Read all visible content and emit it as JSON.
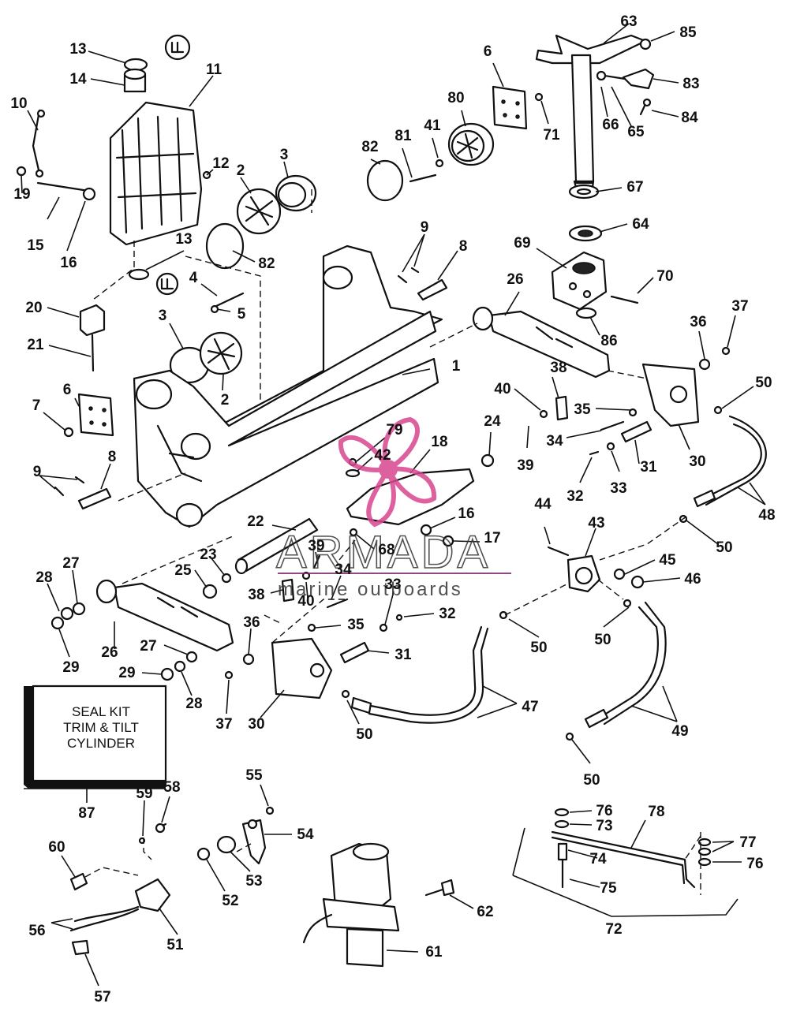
{
  "seal_kit": {
    "line1": "SEAL KIT",
    "line2": "TRIM & TILT",
    "line3": "CYLINDER"
  },
  "watermark": {
    "brand": "ARMADA",
    "tagline": "marine outboards",
    "logo_color": "#d9468f",
    "line_color": "#7a2a6a"
  },
  "callouts": [
    {
      "id": "c63",
      "t": "63"
    },
    {
      "id": "c85",
      "t": "85"
    },
    {
      "id": "c83",
      "t": "83"
    },
    {
      "id": "c84",
      "t": "84"
    },
    {
      "id": "c66",
      "t": "66"
    },
    {
      "id": "c65",
      "t": "65"
    },
    {
      "id": "c67",
      "t": "67"
    },
    {
      "id": "c64",
      "t": "64"
    },
    {
      "id": "c69",
      "t": "69"
    },
    {
      "id": "c70",
      "t": "70"
    },
    {
      "id": "c86",
      "t": "86"
    },
    {
      "id": "c6a",
      "t": "6"
    },
    {
      "id": "c71",
      "t": "71"
    },
    {
      "id": "c80",
      "t": "80"
    },
    {
      "id": "c41",
      "t": "41"
    },
    {
      "id": "c81",
      "t": "81"
    },
    {
      "id": "c82a",
      "t": "82"
    },
    {
      "id": "c13a",
      "t": "13"
    },
    {
      "id": "c14",
      "t": "14"
    },
    {
      "id": "c11",
      "t": "11"
    },
    {
      "id": "c10",
      "t": "10"
    },
    {
      "id": "c12",
      "t": "12"
    },
    {
      "id": "c2a",
      "t": "2"
    },
    {
      "id": "c3a",
      "t": "3"
    },
    {
      "id": "c19",
      "t": "19"
    },
    {
      "id": "c15",
      "t": "15"
    },
    {
      "id": "c16a",
      "t": "16"
    },
    {
      "id": "c82b",
      "t": "82"
    },
    {
      "id": "c13b",
      "t": "13"
    },
    {
      "id": "c4",
      "t": "4"
    },
    {
      "id": "c5",
      "t": "5"
    },
    {
      "id": "c20",
      "t": "20"
    },
    {
      "id": "c21",
      "t": "21"
    },
    {
      "id": "c3b",
      "t": "3"
    },
    {
      "id": "c2b",
      "t": "2"
    },
    {
      "id": "c6b",
      "t": "6"
    },
    {
      "id": "c7",
      "t": "7"
    },
    {
      "id": "c9a",
      "t": "9"
    },
    {
      "id": "c8a",
      "t": "8"
    },
    {
      "id": "c9b",
      "t": "9"
    },
    {
      "id": "c8b",
      "t": "8"
    },
    {
      "id": "c1",
      "t": "1"
    },
    {
      "id": "c26a",
      "t": "26"
    },
    {
      "id": "c37a",
      "t": "37"
    },
    {
      "id": "c36a",
      "t": "36"
    },
    {
      "id": "c50a",
      "t": "50"
    },
    {
      "id": "c38a",
      "t": "38"
    },
    {
      "id": "c40a",
      "t": "40"
    },
    {
      "id": "c35a",
      "t": "35"
    },
    {
      "id": "c34a",
      "t": "34"
    },
    {
      "id": "c39a",
      "t": "39"
    },
    {
      "id": "c33a",
      "t": "33"
    },
    {
      "id": "c32a",
      "t": "32"
    },
    {
      "id": "c31a",
      "t": "31"
    },
    {
      "id": "c30a",
      "t": "30"
    },
    {
      "id": "c48",
      "t": "48"
    },
    {
      "id": "c79",
      "t": "79"
    },
    {
      "id": "c42",
      "t": "42"
    },
    {
      "id": "c18",
      "t": "18"
    },
    {
      "id": "c24",
      "t": "24"
    },
    {
      "id": "c16b",
      "t": "16"
    },
    {
      "id": "c17",
      "t": "17"
    },
    {
      "id": "c68",
      "t": "68"
    },
    {
      "id": "c22",
      "t": "22"
    },
    {
      "id": "c39b",
      "t": "39"
    },
    {
      "id": "c34b",
      "t": "34"
    },
    {
      "id": "c38b",
      "t": "38"
    },
    {
      "id": "c40b",
      "t": "40"
    },
    {
      "id": "c23",
      "t": "23"
    },
    {
      "id": "c25",
      "t": "25"
    },
    {
      "id": "c27a",
      "t": "27"
    },
    {
      "id": "c28a",
      "t": "28"
    },
    {
      "id": "c29a",
      "t": "29"
    },
    {
      "id": "c26b",
      "t": "26"
    },
    {
      "id": "c27b",
      "t": "27"
    },
    {
      "id": "c29b",
      "t": "29"
    },
    {
      "id": "c28b",
      "t": "28"
    },
    {
      "id": "c33b",
      "t": "33"
    },
    {
      "id": "c32b",
      "t": "32"
    },
    {
      "id": "c35b",
      "t": "35"
    },
    {
      "id": "c36b",
      "t": "36"
    },
    {
      "id": "c31b",
      "t": "31"
    },
    {
      "id": "c37b",
      "t": "37"
    },
    {
      "id": "c30b",
      "t": "30"
    },
    {
      "id": "c50b",
      "t": "50"
    },
    {
      "id": "c47",
      "t": "47"
    },
    {
      "id": "c44",
      "t": "44"
    },
    {
      "id": "c43",
      "t": "43"
    },
    {
      "id": "c45",
      "t": "45"
    },
    {
      "id": "c46",
      "t": "46"
    },
    {
      "id": "c50c",
      "t": "50"
    },
    {
      "id": "c50d",
      "t": "50"
    },
    {
      "id": "c50e",
      "t": "50"
    },
    {
      "id": "c49",
      "t": "49"
    },
    {
      "id": "c50f",
      "t": "50"
    },
    {
      "id": "c87",
      "t": "87"
    },
    {
      "id": "c59",
      "t": "59"
    },
    {
      "id": "c58",
      "t": "58"
    },
    {
      "id": "c55",
      "t": "55"
    },
    {
      "id": "c54",
      "t": "54"
    },
    {
      "id": "c60",
      "t": "60"
    },
    {
      "id": "c53",
      "t": "53"
    },
    {
      "id": "c52",
      "t": "52"
    },
    {
      "id": "c56",
      "t": "56"
    },
    {
      "id": "c51",
      "t": "51"
    },
    {
      "id": "c57",
      "t": "57"
    },
    {
      "id": "c62",
      "t": "62"
    },
    {
      "id": "c61",
      "t": "61"
    },
    {
      "id": "c76a",
      "t": "76"
    },
    {
      "id": "c73",
      "t": "73"
    },
    {
      "id": "c78",
      "t": "78"
    },
    {
      "id": "c77",
      "t": "77"
    },
    {
      "id": "c74",
      "t": "74"
    },
    {
      "id": "c76b",
      "t": "76"
    },
    {
      "id": "c75",
      "t": "75"
    },
    {
      "id": "c72",
      "t": "72"
    }
  ]
}
